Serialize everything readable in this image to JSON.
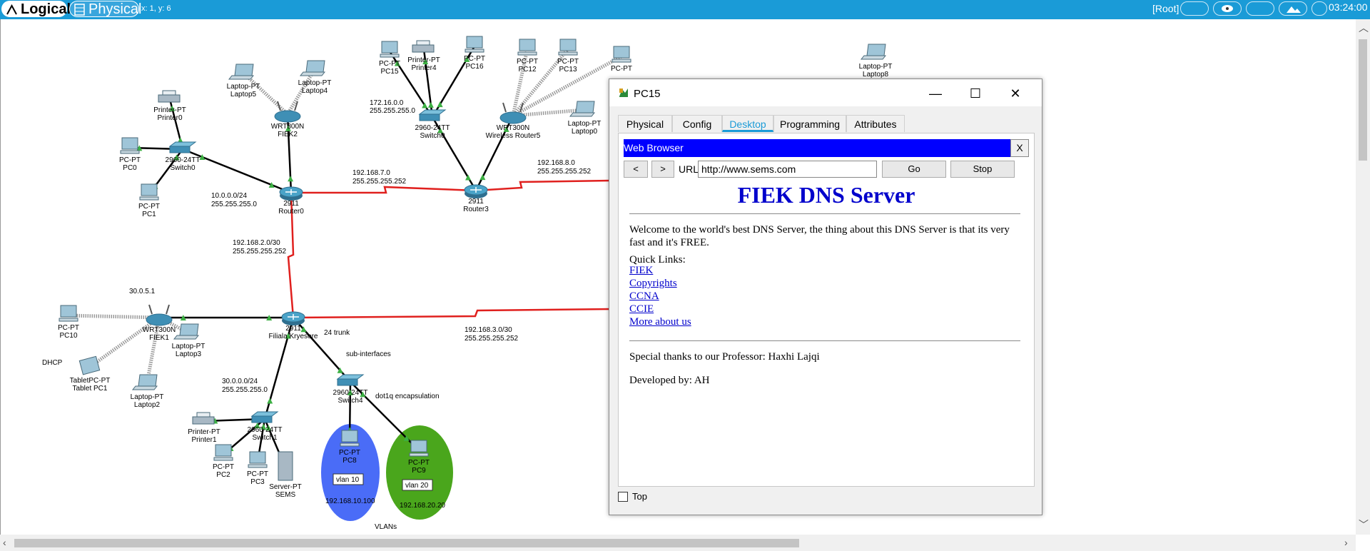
{
  "toolbar": {
    "logical_label": "Logical",
    "physical_label": "Physical",
    "coords": "x: 1, y: 6",
    "root_label": "[Root]",
    "clock": "03:24:00"
  },
  "topology": {
    "devices": [
      {
        "model": "Printer-PT",
        "name": "Printer0"
      },
      {
        "model": "Laptop-PT",
        "name": "Laptop5"
      },
      {
        "model": "Laptop-PT",
        "name": "Laptop4"
      },
      {
        "model": "WRT300N",
        "name": "FIEK2"
      },
      {
        "model": "PC-PT",
        "name": "PC0"
      },
      {
        "model": "2960-24TT",
        "name": "Switch0"
      },
      {
        "model": "PC-PT",
        "name": "PC1"
      },
      {
        "model": "2911",
        "name": "Router0"
      },
      {
        "model": "PC-PT",
        "name": "PC15"
      },
      {
        "model": "Printer-PT",
        "name": "Printer4"
      },
      {
        "model": "PC-PT",
        "name": "PC16"
      },
      {
        "model": "PC-PT",
        "name": "PC12"
      },
      {
        "model": "PC-PT",
        "name": "PC13"
      },
      {
        "model": "PC-PT",
        "name": ""
      },
      {
        "model": "2960-24TT",
        "name": "Switch0"
      },
      {
        "model": "WRT300N",
        "name": "Wireless Router5"
      },
      {
        "model": "Laptop-PT",
        "name": "Laptop0"
      },
      {
        "model": "2911",
        "name": "Router3"
      },
      {
        "model": "Laptop-PT",
        "name": "Laptop8"
      },
      {
        "model": "PC-PT",
        "name": "PC10"
      },
      {
        "model": "WRT300N",
        "name": "FIEK1"
      },
      {
        "model": "Laptop-PT",
        "name": "Laptop3"
      },
      {
        "model": "TabletPC-PT",
        "name": "Tablet PC1"
      },
      {
        "model": "Laptop-PT",
        "name": "Laptop2"
      },
      {
        "model": "2911",
        "name": "Filiala Kryesore"
      },
      {
        "model": "2960-24TT",
        "name": "Switch4"
      },
      {
        "model": "Printer-PT",
        "name": "Printer1"
      },
      {
        "model": "2960-24TT",
        "name": "Switch1"
      },
      {
        "model": "PC-PT",
        "name": "PC2"
      },
      {
        "model": "PC-PT",
        "name": "PC3"
      },
      {
        "model": "Server-PT",
        "name": "SEMS"
      },
      {
        "model": "PC-PT",
        "name": "PC8"
      },
      {
        "model": "PC-PT",
        "name": "PC9"
      }
    ],
    "notes": [
      "10.0.0.0/24",
      "255.255.255.0",
      "192.168.7.0",
      "255.255.255.252",
      "172.16.0.0",
      "255.255.255.0",
      "192.168.8.0",
      "255.255.255.252",
      "192.168.2.0/30",
      "255.255.255.252",
      "30.0.5.1",
      "DHCP",
      "24 trunk",
      "sub-interfaces",
      "192.168.3.0/30",
      "255.255.255.252",
      "30.0.0.0/24",
      "255.255.255.0",
      "dot1q encapsulation",
      "vlan 10",
      "vlan 20",
      "192.168.10.100",
      "192.168.20.20",
      "VLANs"
    ]
  },
  "dialog": {
    "title": "PC15",
    "minimize": "—",
    "maximize": "☐",
    "close": "✕",
    "tabs": [
      "Physical",
      "Config",
      "Desktop",
      "Programming",
      "Attributes"
    ],
    "active_tab": "Desktop",
    "top_label": "Top",
    "browser": {
      "title": "Web Browser",
      "close_label": "X",
      "back_label": "<",
      "forward_label": ">",
      "url_label": "URL",
      "url": "http://www.sems.com",
      "go_label": "Go",
      "stop_label": "Stop",
      "page": {
        "heading": "FIEK DNS Server",
        "welcome": "Welcome to the world's best DNS Server, the thing about this DNS Server is that its very fast and it's FREE.",
        "quick_links_label": "Quick Links:",
        "links": [
          "FIEK",
          "Copyrights",
          "CCNA",
          "CCIE",
          "More about us"
        ],
        "thanks": "Special thanks to our Professor: Haxhi Lajqi",
        "developed_by": "Developed by: AH"
      }
    }
  },
  "colors": {
    "toolbar_bg": "#1a9bd7",
    "serial_link": "#e0201e",
    "ethernet_link": "#000000",
    "link_ok": "#3cb043",
    "vlan10": "#4a6cf7",
    "vlan20": "#4aa61c",
    "browser_title_bg": "#0000ff",
    "page_heading": "#0000cc"
  }
}
